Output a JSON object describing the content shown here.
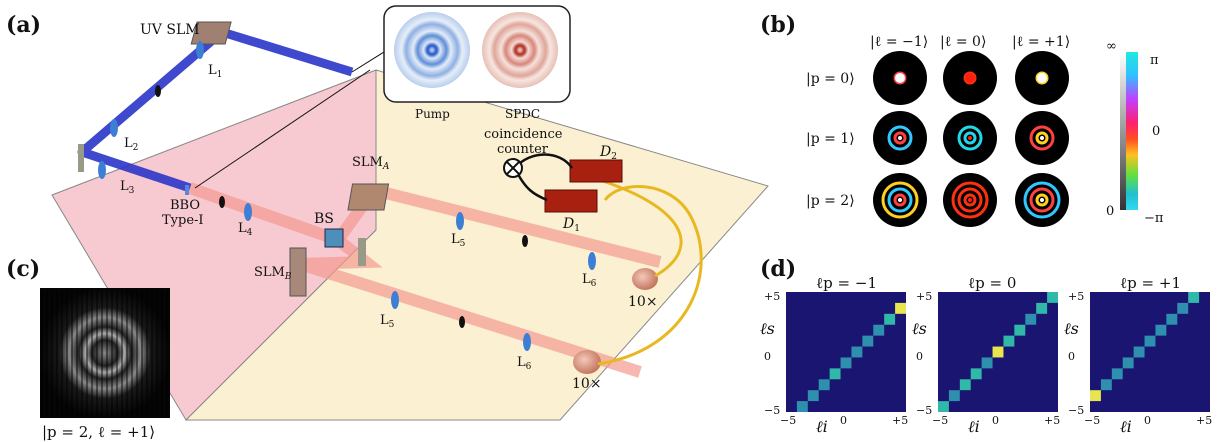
{
  "panels": {
    "a": "(a)",
    "b": "(b)",
    "c": "(c)",
    "d": "(d)"
  },
  "setup": {
    "uv_slm": "UV SLM",
    "l1": "L",
    "l1s": "1",
    "l2": "L",
    "l2s": "2",
    "l3": "L",
    "l3s": "3",
    "l4": "L",
    "l4s": "4",
    "l5a": "L",
    "l5as": "5",
    "l6a": "L",
    "l6as": "6",
    "l5b": "L",
    "l5bs": "5",
    "l6b": "L",
    "l6bs": "6",
    "bbo": "BBO",
    "bbo2": "Type-I",
    "bs": "BS",
    "slma": "SLM",
    "slmas": "A",
    "slmb": "SLM",
    "slmbs": "B",
    "coin1": "coincidence",
    "coin2": "counter",
    "d1": "D",
    "d1s": "1",
    "d2": "D",
    "d2s": "2",
    "obj_a": "10×",
    "obj_b": "10×",
    "inset_pump": "Pump",
    "inset_spdc": "SPDC"
  },
  "modes": {
    "cols": [
      "|ℓ = −1⟩",
      "|ℓ = 0⟩",
      "|ℓ = +1⟩"
    ],
    "rows": [
      "|p = 0⟩",
      "|p = 1⟩",
      "|p = 2⟩"
    ],
    "colorbar": {
      "top": "π",
      "mid": "0",
      "bot": "−π",
      "inf": "∞",
      "zero": "0"
    }
  },
  "hologram_caption": "|p = 2, ℓ = +1⟩",
  "chart_data": [
    {
      "type": "heatmap",
      "title": "ℓp = −1",
      "xlabel": "ℓi",
      "ylabel": "ℓs",
      "x_ticks": [
        "−5",
        "0",
        "+5"
      ],
      "y_ticks": [
        "+5",
        "0",
        "−5"
      ],
      "shift": -1,
      "diag_values": [
        0.55,
        0.5,
        0.5,
        0.5,
        0.55,
        0.5,
        0.5,
        0.5,
        0.5,
        0.55,
        0.85
      ]
    },
    {
      "type": "heatmap",
      "title": "ℓp = 0",
      "xlabel": "ℓi",
      "ylabel": "ℓs",
      "x_ticks": [
        "−5",
        "0",
        "+5"
      ],
      "y_ticks": [
        "+5",
        "0",
        "−5"
      ],
      "shift": 0,
      "diag_values": [
        0.55,
        0.5,
        0.55,
        0.55,
        0.5,
        0.9,
        0.55,
        0.55,
        0.5,
        0.55,
        0.6
      ]
    },
    {
      "type": "heatmap",
      "title": "ℓp = +1",
      "xlabel": "ℓi",
      "ylabel": "ℓs",
      "x_ticks": [
        "−5",
        "0",
        "+5"
      ],
      "y_ticks": [
        "+5",
        "0",
        "−5"
      ],
      "shift": 1,
      "diag_values": [
        0.9,
        0.5,
        0.5,
        0.45,
        0.5,
        0.45,
        0.5,
        0.5,
        0.5,
        0.55,
        0.55
      ]
    }
  ]
}
